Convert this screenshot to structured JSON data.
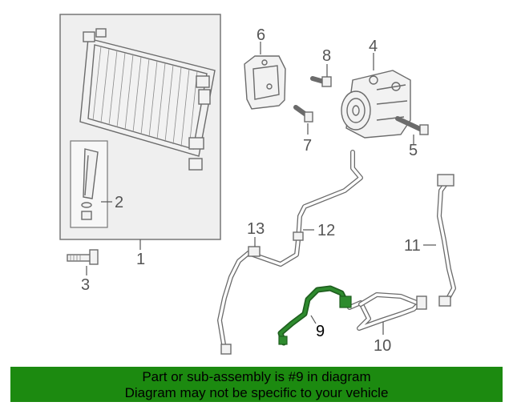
{
  "diagram": {
    "callouts": [
      "1",
      "2",
      "3",
      "4",
      "5",
      "6",
      "7",
      "8",
      "9",
      "10",
      "11",
      "12",
      "13"
    ],
    "highlight_part": "9",
    "highlight_color": "#2e8b2e"
  },
  "banner": {
    "line1": "Part or sub-assembly is #9 in diagram",
    "line2": "Diagram may not be specific to your vehicle",
    "background": "#1c8a10"
  }
}
